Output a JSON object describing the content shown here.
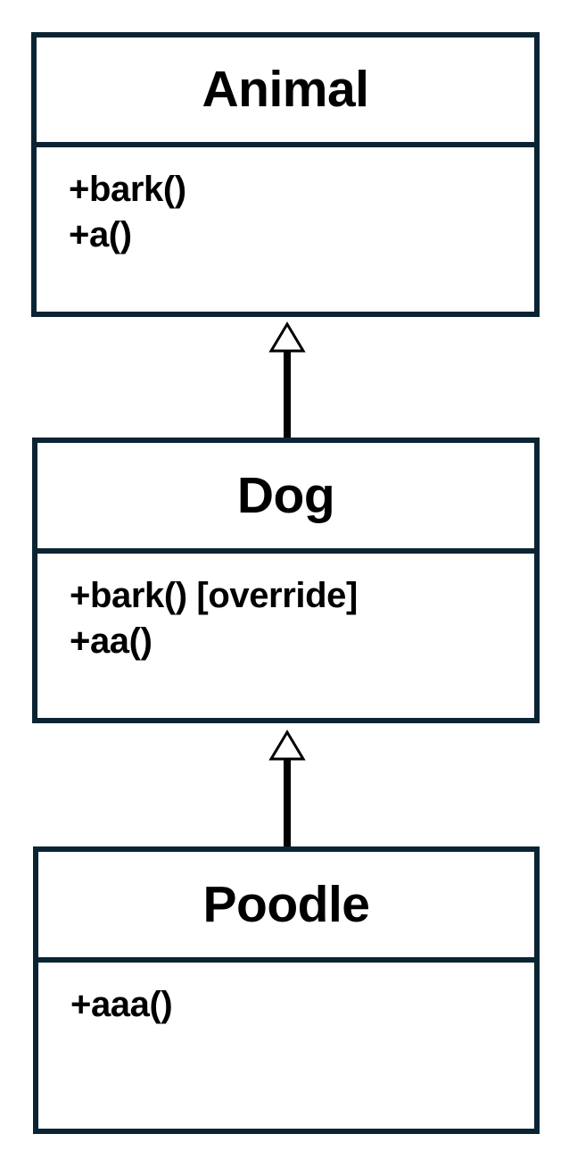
{
  "diagram": {
    "type": "uml-class-diagram",
    "title": "Animal / Dog / Poodle inheritance hierarchy",
    "background_color": "#ffffff",
    "border_color": "#0b2433",
    "text_color": "#000000",
    "connector_color": "#000000",
    "classes": [
      {
        "id": "animal",
        "name": "Animal",
        "members": [
          "+bark()",
          "+a()"
        ]
      },
      {
        "id": "dog",
        "name": "Dog",
        "members": [
          "+bark() [override]",
          "+aa()"
        ]
      },
      {
        "id": "poodle",
        "name": "Poodle",
        "members": [
          "+aaa()"
        ]
      }
    ],
    "relationships": [
      {
        "id": "dog-animal",
        "kind": "generalization",
        "label": "",
        "from": "Dog",
        "to": "Animal",
        "arrowhead": "hollow-triangle"
      },
      {
        "id": "poodle-dog",
        "kind": "generalization",
        "label": "",
        "from": "Poodle",
        "to": "Dog",
        "arrowhead": "hollow-triangle"
      }
    ]
  }
}
